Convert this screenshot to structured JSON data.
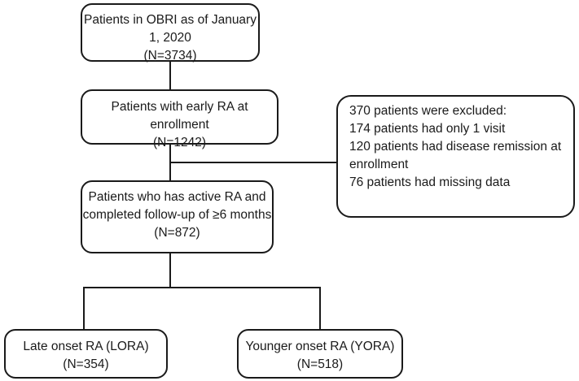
{
  "flow": {
    "box1": {
      "line1": "Patients in OBRI as of January 1, 2020",
      "line2": "(N=3734)"
    },
    "box2": {
      "line1": "Patients with early RA at enrollment",
      "line2": "(N=1242)"
    },
    "box3": {
      "line1": "Patients who has active RA and",
      "line2": "completed follow-up of ≥6 months",
      "line3": "(N=872)"
    },
    "box4": {
      "line1": "Late onset RA (LORA)",
      "line2": "(N=354)"
    },
    "box5": {
      "line1": "Younger onset RA (YORA)",
      "line2": "(N=518)"
    }
  },
  "exclusion": {
    "line1": "370 patients were excluded:",
    "line2": "174 patients had only 1 visit",
    "line3": "120 patients had disease remission at",
    "line4": "enrollment",
    "line5": "76 patients had missing data"
  }
}
